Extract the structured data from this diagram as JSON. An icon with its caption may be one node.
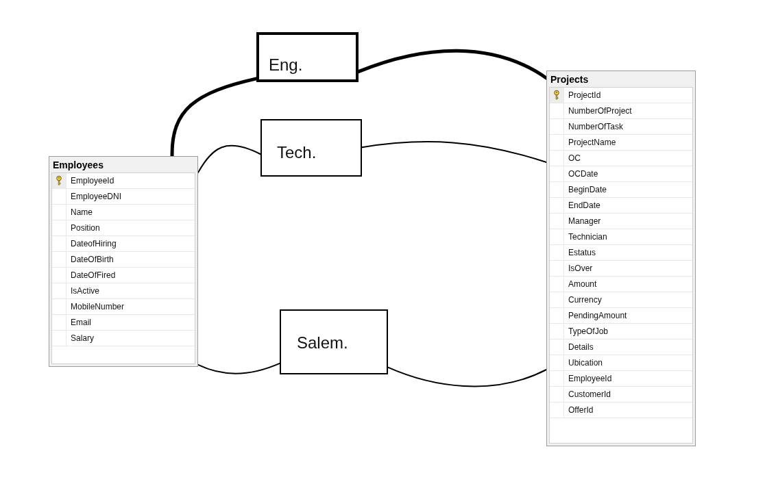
{
  "diagram": {
    "nodes": [
      {
        "text": [
          "Employees",
          "EmployeeId",
          "EmployeeDNI",
          "Name",
          "Position",
          "DateofHiring",
          "DateOfBirth",
          "DateOfFired",
          "IsActive",
          "MobileNumber",
          "Email",
          "Salary"
        ]
      },
      {
        "text": [
          "Eng."
        ]
      },
      {
        "text": [
          "Tech."
        ]
      },
      {
        "text": [
          "Salem."
        ]
      },
      {
        "text": [
          "Projects",
          "ProjectId",
          "NumberOfProject",
          "NumberOfTask",
          "ProjectName",
          "OC",
          "OCDate",
          "BeginDate",
          "EndDate",
          "Manager",
          "Technician",
          "Estatus",
          "IsOver",
          "Amount",
          "Currency",
          "PendingAmount",
          "TypeOfJob",
          "Details",
          "Ubication",
          "EmployeeId",
          "CustomerId",
          "OfferId"
        ]
      }
    ],
    "edges": [
      {
        "from": 0,
        "to": 1,
        "arrow": "none",
        "style": "thick"
      },
      {
        "from": 1,
        "to": 4,
        "arrow": "none",
        "style": "thick"
      },
      {
        "from": 0,
        "to": 2,
        "arrow": "none"
      },
      {
        "from": 2,
        "to": 4,
        "arrow": "none"
      },
      {
        "from": 0,
        "to": 3,
        "arrow": "none"
      },
      {
        "from": 3,
        "to": 4,
        "arrow": "none"
      }
    ]
  }
}
